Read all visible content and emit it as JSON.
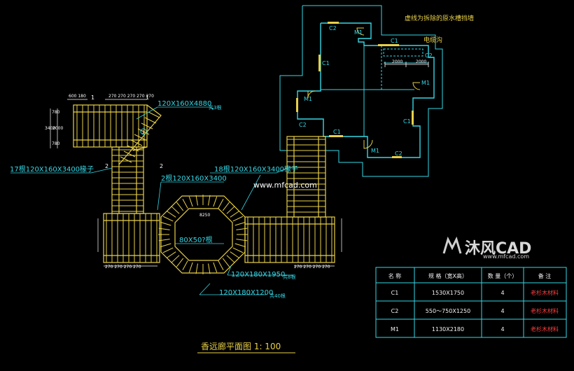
{
  "drawing": {
    "title": "香远廊平面图 1: 100",
    "annotations": {
      "demolished_note": "虚线为拆除的原水槽挡墙",
      "cable_trench": "电缆沟",
      "dim_2000_a": "2000",
      "dim_2000_b": "2000",
      "beam_top": "120X160X4880",
      "beam_top_qty": "共3根",
      "beam_left": "17根120X160X3400椽子",
      "beam_right": "18根120X160X3400椽子",
      "beam_mid": "2根120X160X3400",
      "beam_oct": "80X50?根",
      "beam_lower1": "120X180X1950",
      "beam_lower1_qty": "共8根",
      "beam_lower2": "120X180X1200",
      "beam_lower2_qty": "共40根",
      "oct_dim": "8250",
      "dims_top": "600 180",
      "dims_top2": "270 270 270 270 270",
      "dim_side_a": "780",
      "dim_side_b": "3400",
      "dim_side_c": "2000",
      "dim_side_d": "780",
      "dims_bottom_left": "270 270 270 270",
      "dims_bottom_right": "270 270 270 270",
      "mark_1a": "1",
      "mark_1b": "1",
      "mark_2a": "2",
      "mark_2b": "2",
      "mark_2c": "2",
      "labels": {
        "c2_top": "C2",
        "m1_top": "M1",
        "c1_top": "C1",
        "c2_right": "C2",
        "c1_left": "C1",
        "m1_left": "M1",
        "m1_right": "M1",
        "c2_left": "C2",
        "c1_mid": "C1",
        "c1_right": "C1",
        "m1_bottom": "M1",
        "c2_bottom": "C2"
      }
    }
  },
  "table": {
    "headers": [
      "名 称",
      "规 格（宽X高）",
      "数 量（个）",
      "备 注"
    ],
    "rows": [
      [
        "C1",
        "1530X1750",
        "4",
        "老杉木材料"
      ],
      [
        "C2",
        "550～750X1250",
        "4",
        "老杉木材料"
      ],
      [
        "M1",
        "1130X2180",
        "4",
        "老杉木材料"
      ]
    ]
  },
  "watermark": {
    "site": "www.mfcad.com",
    "brand": "沐风CAD",
    "brand_url": "www.mfcad.com"
  }
}
